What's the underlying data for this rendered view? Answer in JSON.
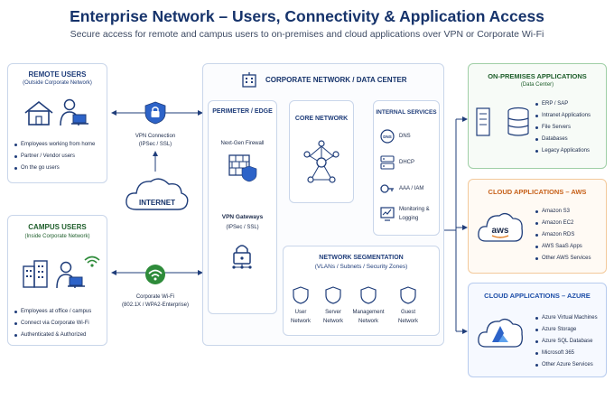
{
  "title": "Enterprise Network – Users, Connectivity & Application Access",
  "subtitle": "Secure access for remote and campus users to on-premises and cloud applications over VPN or Corporate Wi-Fi",
  "remote_users": {
    "title": "REMOTE USERS",
    "subtitle": "(Outside Corporate Network)",
    "items": [
      "Employees working from home",
      "Partner / Vendor users",
      "On the go users"
    ]
  },
  "campus_users": {
    "title": "CAMPUS USERS",
    "subtitle": "(Inside Corporate Network)",
    "items": [
      "Employees at office / campus",
      "Connect via Corporate Wi-Fi",
      "Authenticated & Authorized"
    ]
  },
  "vpn": {
    "label": "VPN Connection",
    "sub": "(IPSec / SSL)"
  },
  "internet": {
    "label": "INTERNET"
  },
  "wifi": {
    "label": "Corporate Wi-Fi",
    "sub": "(802.1X / WPA2-Enterprise)"
  },
  "datacenter": {
    "title": "CORPORATE NETWORK / DATA CENTER",
    "perimeter": {
      "title": "PERIMETER / EDGE",
      "firewall": "Next-Gen Firewall",
      "gateways": "VPN Gateways",
      "gateways_sub": "(IPSec / SSL)"
    },
    "core": {
      "title": "CORE NETWORK"
    },
    "internal": {
      "title": "INTERNAL SERVICES",
      "services": [
        "DNS",
        "DHCP",
        "AAA / IAM",
        "Monitoring &",
        "Logging"
      ]
    },
    "segmentation": {
      "title": "NETWORK SEGMENTATION",
      "sub": "(VLANs / Subnets / Security Zones)",
      "segments": [
        {
          "l1": "User",
          "l2": "Network"
        },
        {
          "l1": "Server",
          "l2": "Network"
        },
        {
          "l1": "Management",
          "l2": "Network"
        },
        {
          "l1": "Guest",
          "l2": "Network"
        }
      ]
    }
  },
  "onprem": {
    "title": "ON-PREMISES APPLICATIONS",
    "sub": "(Data Center)",
    "items": [
      "ERP / SAP",
      "Intranet Applications",
      "File Servers",
      "Databases",
      "Legacy Applications"
    ]
  },
  "aws": {
    "title": "CLOUD APPLICATIONS – AWS",
    "logo": "aws",
    "items": [
      "Amazon S3",
      "Amazon EC2",
      "Amazon RDS",
      "AWS SaaS Apps",
      "Other AWS Services"
    ]
  },
  "azure": {
    "title": "CLOUD APPLICATIONS – AZURE",
    "items": [
      "Azure Virtual Machines",
      "Azure Storage",
      "Azure SQL Database",
      "Microsoft 365",
      "Other Azure Services"
    ]
  },
  "colors": {
    "navy": "#1f3d7a",
    "green": "#2e8b3a",
    "orange": "#e07a1f",
    "blue": "#2d63c8",
    "border": "#c9d6ea"
  }
}
